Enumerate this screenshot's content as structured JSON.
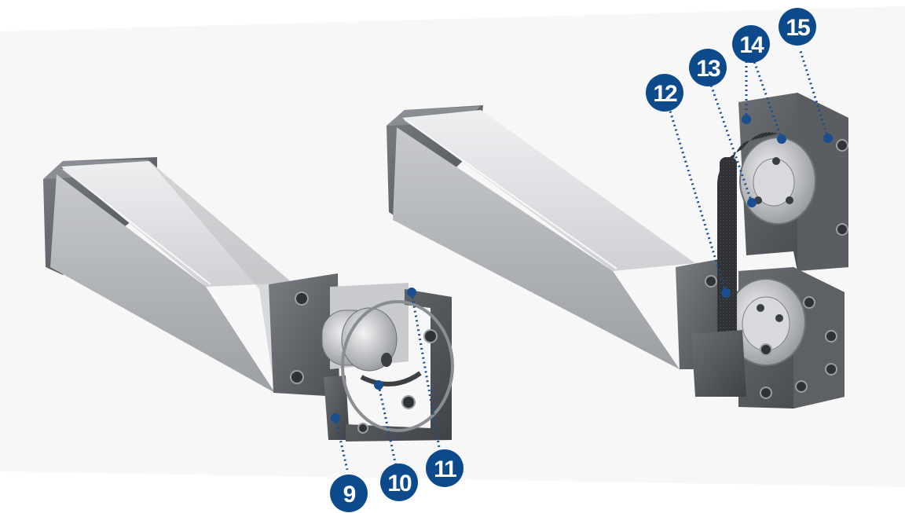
{
  "diagram": {
    "colors": {
      "callout_fill": "#0d4a8c",
      "callout_text": "#ffffff",
      "leader": "#1a4f8f",
      "housing_light": "#d6d7da",
      "housing_dark": "#55585d"
    },
    "callouts": [
      {
        "id": "9",
        "label": "9"
      },
      {
        "id": "10",
        "label": "10"
      },
      {
        "id": "11",
        "label": "11"
      },
      {
        "id": "12",
        "label": "12"
      },
      {
        "id": "13",
        "label": "13"
      },
      {
        "id": "14",
        "label": "14"
      },
      {
        "id": "15",
        "label": "15"
      }
    ]
  }
}
